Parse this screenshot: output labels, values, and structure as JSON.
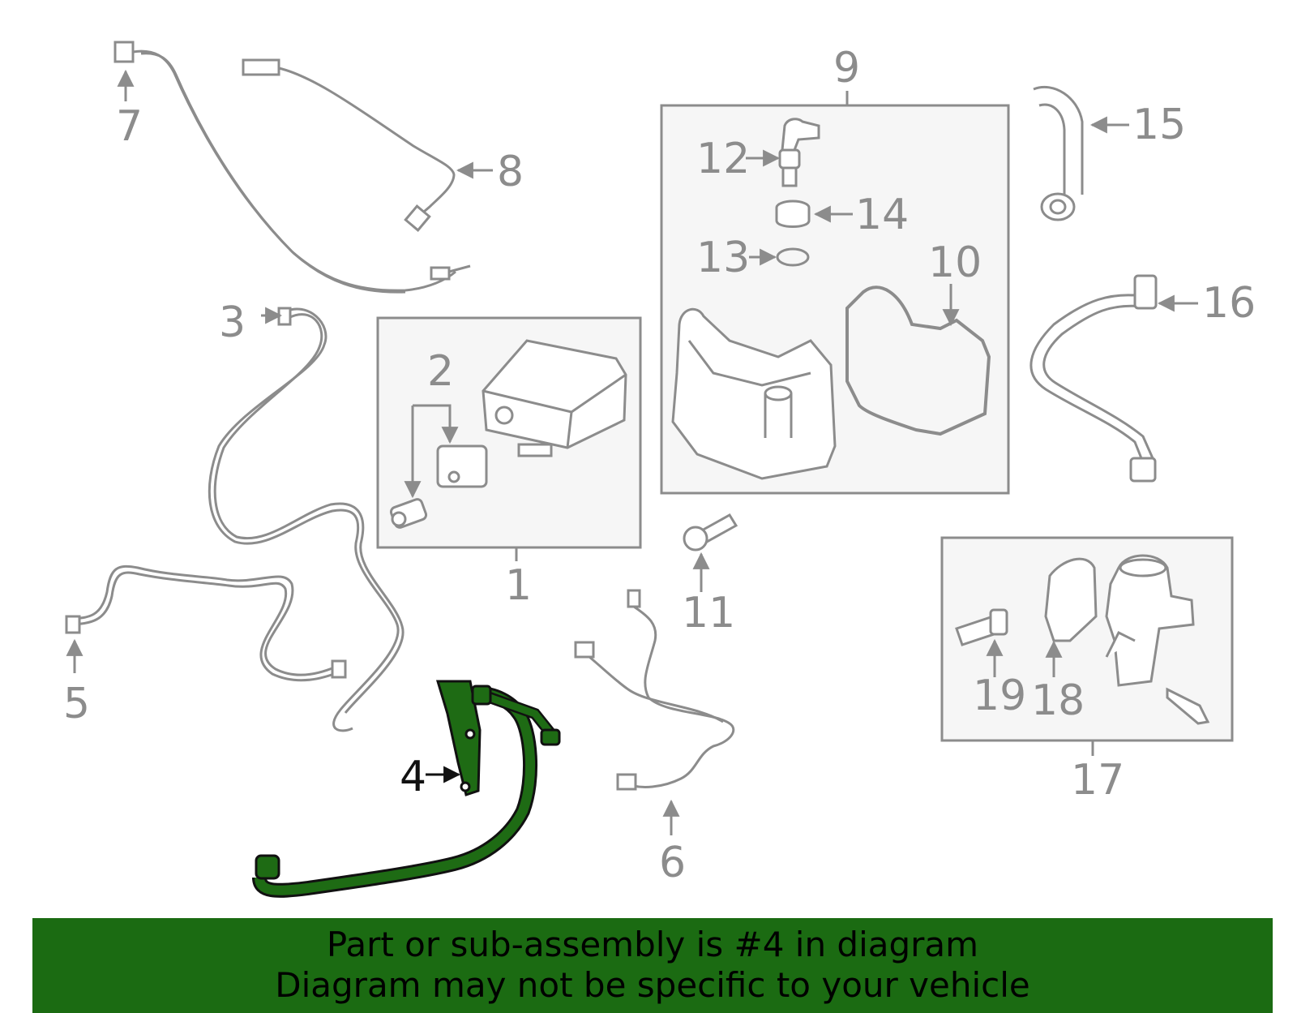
{
  "callouts": {
    "c1": "1",
    "c2": "2",
    "c3": "3",
    "c4": "4",
    "c5": "5",
    "c6": "6",
    "c7": "7",
    "c8": "8",
    "c9": "9",
    "c10": "10",
    "c11": "11",
    "c12": "12",
    "c13": "13",
    "c14": "14",
    "c15": "15",
    "c16": "16",
    "c17": "17",
    "c18": "18",
    "c19": "19"
  },
  "highlighted_part": "4",
  "colors": {
    "line_gray": "#8c8c8c",
    "box_fill": "#f6f6f6",
    "highlight_green": "#1e6b14",
    "banner_green": "#1b6b12"
  },
  "banner": {
    "line1": "Part or sub-assembly is #4 in diagram",
    "line2": "Diagram may not be specific to your vehicle"
  }
}
